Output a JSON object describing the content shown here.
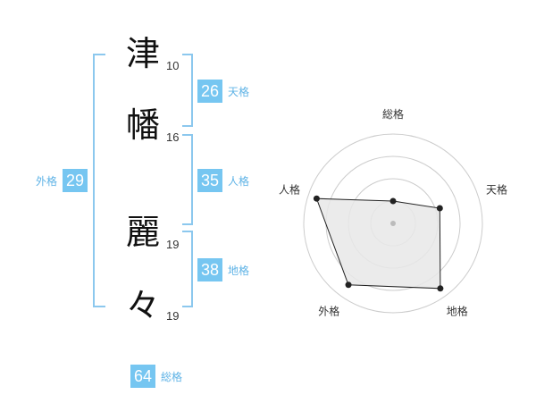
{
  "name": {
    "chars": [
      {
        "char": "津",
        "strokes": "10"
      },
      {
        "char": "幡",
        "strokes": "16"
      },
      {
        "char": "麗",
        "strokes": "19"
      },
      {
        "char": "々",
        "strokes": "19"
      }
    ]
  },
  "kaku": {
    "tenkaku": {
      "value": "26",
      "label": "天格"
    },
    "jinkaku": {
      "value": "35",
      "label": "人格"
    },
    "chikaku": {
      "value": "38",
      "label": "地格"
    },
    "gaikaku": {
      "value": "29",
      "label": "外格"
    },
    "soukaku": {
      "value": "64",
      "label": "総格"
    }
  },
  "chart_data": {
    "type": "radar",
    "axes": [
      "総格",
      "天格",
      "地格",
      "外格",
      "人格"
    ],
    "values": [
      0.25,
      0.55,
      0.9,
      0.85,
      0.9
    ],
    "max": 1,
    "rings": 4,
    "colors": {
      "fill": "#e8e8e8",
      "stroke": "#222222",
      "ring": "#cccccc",
      "center": "#bbbbbb"
    }
  }
}
